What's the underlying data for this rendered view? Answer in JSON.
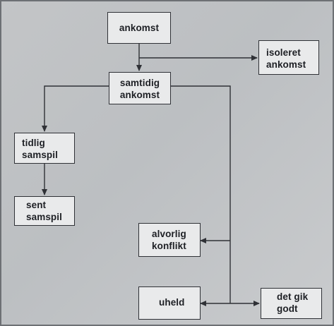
{
  "nodes": {
    "ankomst": [
      "ankomst"
    ],
    "isoleret": [
      "isoleret",
      "ankomst"
    ],
    "samtidig": [
      "samtidig",
      "ankomst"
    ],
    "tidlig": [
      "tidlig",
      "samspil"
    ],
    "sent": [
      "sent",
      "samspil"
    ],
    "alvorlig": [
      "alvorlig",
      "konflikt"
    ],
    "uheld": [
      "uheld"
    ],
    "gik": [
      "det gik",
      "godt"
    ]
  },
  "colors": {
    "box_fill": "#e9eaeb",
    "line": "#2f3136",
    "background": "#bcbfc2"
  }
}
